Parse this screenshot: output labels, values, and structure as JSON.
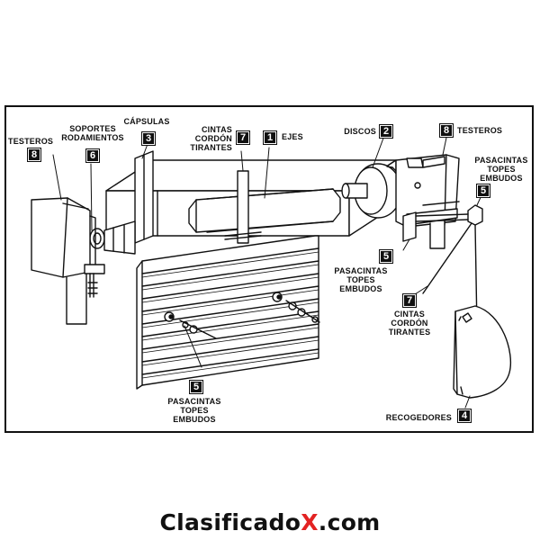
{
  "labels": {
    "testeros_left": "TESTEROS",
    "soportes": "SOPORTES\nRODAMIENTOS",
    "capsulas": "CÁPSULAS",
    "cintas_top": "CINTAS\nCORDÓN\nTIRANTES",
    "ejes": "EJES",
    "discos": "DISCOS",
    "testeros_right": "TESTEROS",
    "pasacintas_right": "PASACINTAS\nTOPES\nEMBUDOS",
    "pasacintas_mid": "PASACINTAS\nTOPES\nEMBUDOS",
    "cintas_right": "CINTAS\nCORDÓN\nTIRANTES",
    "pasacintas_bottom": "PASACINTAS\nTOPES\nEMBUDOS",
    "recogedores": "RECOGEDORES"
  },
  "badges": {
    "testeros_left": "8",
    "soportes": "6",
    "capsulas": "3",
    "cintas_top": "7",
    "ejes": "1",
    "discos": "2",
    "testeros_right": "8",
    "pasacintas_right": "5",
    "pasacintas_mid": "5",
    "cintas_right": "7",
    "pasacintas_bottom": "5",
    "recogedores": "4"
  },
  "watermark": {
    "prefix": "Clasificado",
    "x": "X",
    "suffix": ".com",
    "accent_color": "#e32222"
  },
  "colors": {
    "ink": "#111111",
    "paper": "#ffffff"
  }
}
